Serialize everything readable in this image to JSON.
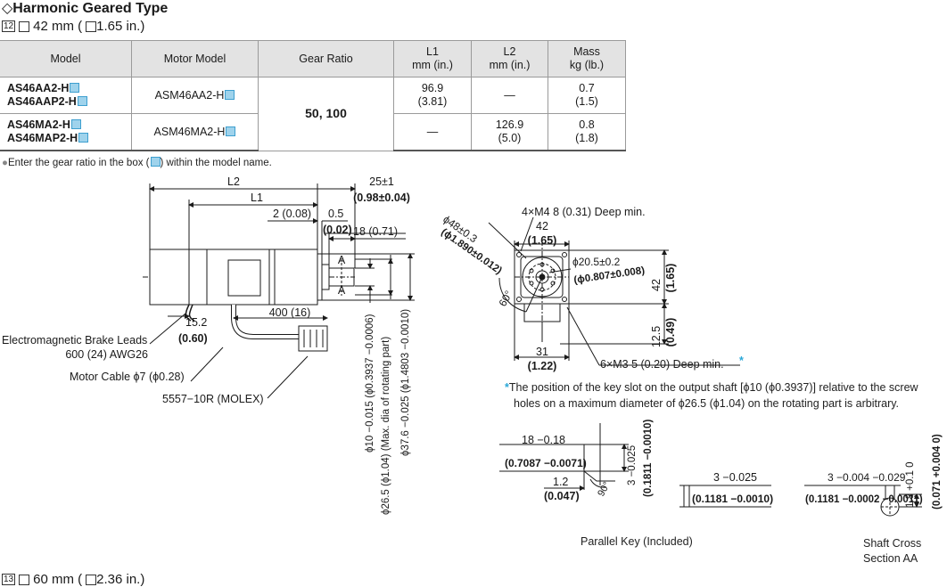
{
  "header": {
    "title": "◇Harmonic Geared Type",
    "section12_num": "12",
    "section12_text": "42 mm (",
    "section12_text2": "1.65 in.)",
    "section13_num": "13",
    "section13_text": "60 mm (",
    "section13_text2": "2.36 in.)"
  },
  "table": {
    "headers": {
      "model": "Model",
      "motor_model": "Motor Model",
      "gear_ratio": "Gear Ratio",
      "l1": "L1",
      "l1_unit": "mm (in.)",
      "l2": "L2",
      "l2_unit": "mm (in.)",
      "mass": "Mass",
      "mass_unit": "kg (lb.)"
    },
    "rows": [
      {
        "model_a": "AS46AA2-H",
        "model_b": "AS46AAP2-H",
        "motor": "ASM46AA2-H",
        "l1": "96.9",
        "l1_in": "(3.81)",
        "l2": "—",
        "mass": "0.7",
        "mass_lb": "(1.5)"
      },
      {
        "model_a": "AS46MA2-H",
        "model_b": "AS46MAP2-H",
        "motor": "ASM46MA2-H",
        "l1": "—",
        "l2": "126.9",
        "l2_in": "(5.0)",
        "mass": "0.8",
        "mass_lb": "(1.8)"
      }
    ],
    "gear_ratio_value": "50, 100"
  },
  "note_gear": "Enter the gear ratio in the box (",
  "note_gear_end": ") within the model name.",
  "callouts": {
    "brake_leads": "Electromagnetic Brake Leads",
    "brake_leads_spec": "600 (24) AWG26",
    "motor_cable": "Motor Cable ϕ7 (ϕ0.28)",
    "connector": "5557−10R (MOLEX)",
    "cable_length": "400 (16)",
    "dim_152": "15.2",
    "dim_060": "(0.60)"
  },
  "side_dims": {
    "L2": "L2",
    "L1": "L1",
    "d25": "25±1",
    "d098": "(0.98±0.04)",
    "d2": "2 (0.08)",
    "d05": "0.5",
    "d002": "(0.02)",
    "d18": "18 (0.71)",
    "A": "A",
    "shaft1": "ϕ10 −0.015 (ϕ0.3937 −0.0006)",
    "shaft2": "ϕ26.5 (ϕ1.04) (Max. dia of rotating part)",
    "shaft3": "ϕ37.6 −0.025 (ϕ1.4803 −0.0010)"
  },
  "front_dims": {
    "screw_top": "4×M4  8 (0.31) Deep min.",
    "d48": "ϕ48±0.3",
    "d1890": "(ϕ1.890±0.012)",
    "w42": "42",
    "w165": "(1.65)",
    "d205": "ϕ20.5±0.2",
    "d0807": "(ϕ0.807±0.008)",
    "h42": "42",
    "h165": "(1.65)",
    "a60": "60°",
    "h125": "12.5",
    "h049": "(0.49)",
    "w31": "31",
    "w122": "(1.22)",
    "screw_bottom": "6×M3  5 (0.20) Deep min."
  },
  "footnote_line1": "The position of the key slot on the output shaft [ϕ10 (ϕ0.3937)] relative to the screw",
  "footnote_line2": "holes on a maximum diameter of ϕ26.5 (ϕ1.04) on the rotating part is arbitrary.",
  "key_dims": {
    "k18": "18 −0.18",
    "k07087": "(0.7087 −0.0071)",
    "k12": "1.2",
    "k0047": "(0.047)",
    "k90": "90°",
    "k3": "3 −0.025",
    "k01811": "(0.1811 −0.0010)",
    "k3b": "3 −0.025",
    "k01181": "(0.1181 −0.0010)",
    "k3c": "3 −0.004 −0.029",
    "k01181c": "(0.1181 −0.0002 −0.0011)",
    "k18b": "1.8 +0.1 0",
    "k0071": "(0.071 +0.004 0)"
  },
  "captions": {
    "parallel_key": "Parallel Key (Included)",
    "shaft_cross": "Shaft Cross",
    "section_aa": "Section AA"
  },
  "colors": {
    "header_bg": "#e3e3e3",
    "blue_box": "#9fd3ec",
    "accent": "#2aa7d8",
    "line": "#1a1a1a"
  }
}
